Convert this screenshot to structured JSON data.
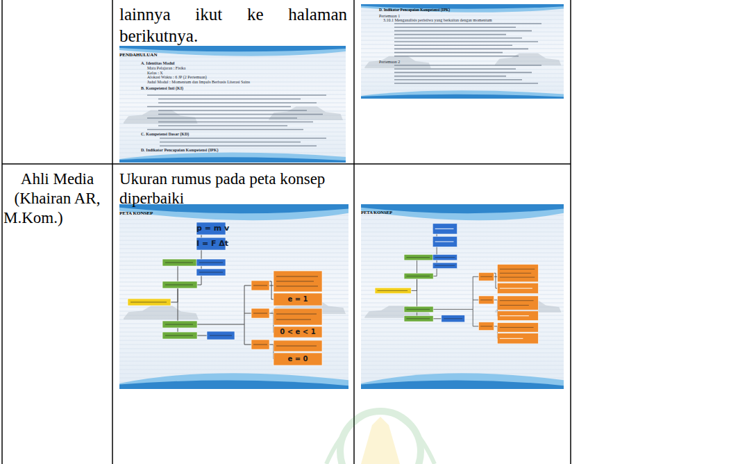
{
  "diagram": {
    "nodes": [
      {
        "text": [
          "lainnya ikut ke halaman berikutnya."
        ]
      },
      {
        "text": [
          "PENDAHULUAN"
        ],
        "in": 0
      },
      {
        "text": [
          "D. Indikator Pencapaian Kompetensi (IPK)"
        ]
      },
      {
        "text": [
          "Ahli Media (Khairan AR, M.Kom.)"
        ]
      },
      {
        "text": [
          "Ukuran rumus pada peta konsep diperbaiki"
        ]
      },
      {
        "text": [
          "PETA KONSEP"
        ],
        "in": 4
      },
      {
        "text": [
          "PETA KONSEP"
        ]
      }
    ],
    "edges": [],
    "labels": [
      "A. Identitas Modul",
      "Mata Pelajaran : Fisika",
      "Kelas : X",
      "Alokasi Waktu : 6 JP (2 Pertemuan)",
      "Judul Modul : Momentum dan Impuls Berbasis Literasi Sains",
      "B. Kompetensi Inti (KI)",
      "C. Kompetensi Dasar (KD)",
      "D. Indikator Pencapaian Kompetensi (IPK)",
      "Pertemuan 1",
      "3.10.1 Menganalisis peristiwa yang berkaitan dengan momentum",
      "Pertemuan 2",
      "p = m v",
      "I = F Δt",
      "e = 1",
      "0 < e < 1",
      "e = 0"
    ]
  }
}
